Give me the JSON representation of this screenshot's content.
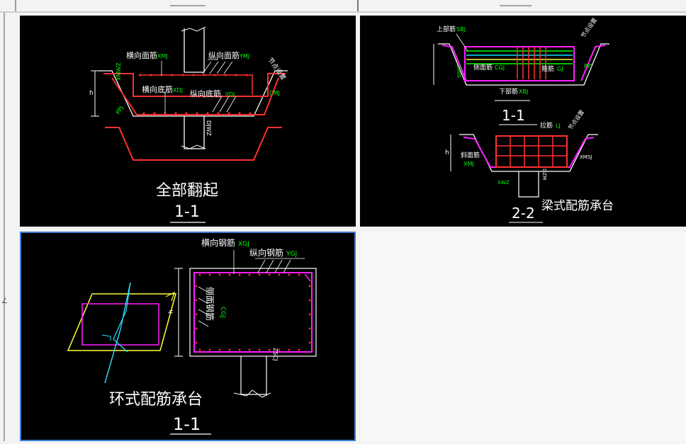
{
  "colors": {
    "background": "#000000",
    "concrete": "#ffffff",
    "rebar": "#ff3030",
    "stirrup": "#ff20ff",
    "label_green": "#00ff00",
    "annotation": "#ffffff",
    "selection_border": "#3c7fd6",
    "shape_yellow": "#ffff33",
    "shape_cyan": "#33e0ff"
  },
  "tiles": [
    {
      "name": "full-flip-up",
      "title": "全部翻起",
      "section": "1-1",
      "labels": {
        "top_transverse": "横向面筋",
        "top_transverse_code": "XMJ",
        "top_longitudinal": "纵向面筋",
        "top_longitudinal_code": "YMJ",
        "bottom_transverse": "横向底筋",
        "bottom_transverse_code": "XDJ",
        "bottom_longitudinal": "纵向底筋",
        "bottom_longitudinal_code": "YDJ",
        "node_setting": "节点设置",
        "side": "CMJ",
        "height": "h",
        "left_code": "XMWZ",
        "pp": "PPJ",
        "bottom_code": "DJWZ"
      }
    },
    {
      "name": "beam-reinforced-cap",
      "title": "梁式配筋承台",
      "section_a": "1-1",
      "section_b": "2-2",
      "labels": {
        "upper_bar": "上部筋",
        "upper_bar_code": "SBJ",
        "side_bar": "侧面筋",
        "side_bar_code": "CGJ",
        "stirrup": "箍筋",
        "stirrup_code": "GJ",
        "lower_bar": "下部筋",
        "lower_bar_code": "XBJ",
        "node_setting": "节点设置",
        "pp": "PPJ",
        "left_code": "SJWZ",
        "tie_bar": "拉筋",
        "tie_bar_code": "LJ",
        "slope_bar": "斜面筋",
        "slope_bar_code": "XMJ",
        "slope_code2": "XMSJ",
        "bottom_code": "XWZ",
        "bottom_code2": "DZM",
        "height": "h"
      }
    },
    {
      "name": "ring-reinforced-cap",
      "title": "环式配筋承台",
      "section": "1-1",
      "labels": {
        "transverse_bar": "横向钢筋",
        "transverse_bar_code": "XGJ",
        "longitudinal_bar": "纵向钢筋",
        "longitudinal_bar_code": "YGJ",
        "side_bar": "侧面钢筋",
        "side_bar_code": "CGJ",
        "height": "h",
        "bottom_code": "ZSCJ"
      }
    }
  ]
}
